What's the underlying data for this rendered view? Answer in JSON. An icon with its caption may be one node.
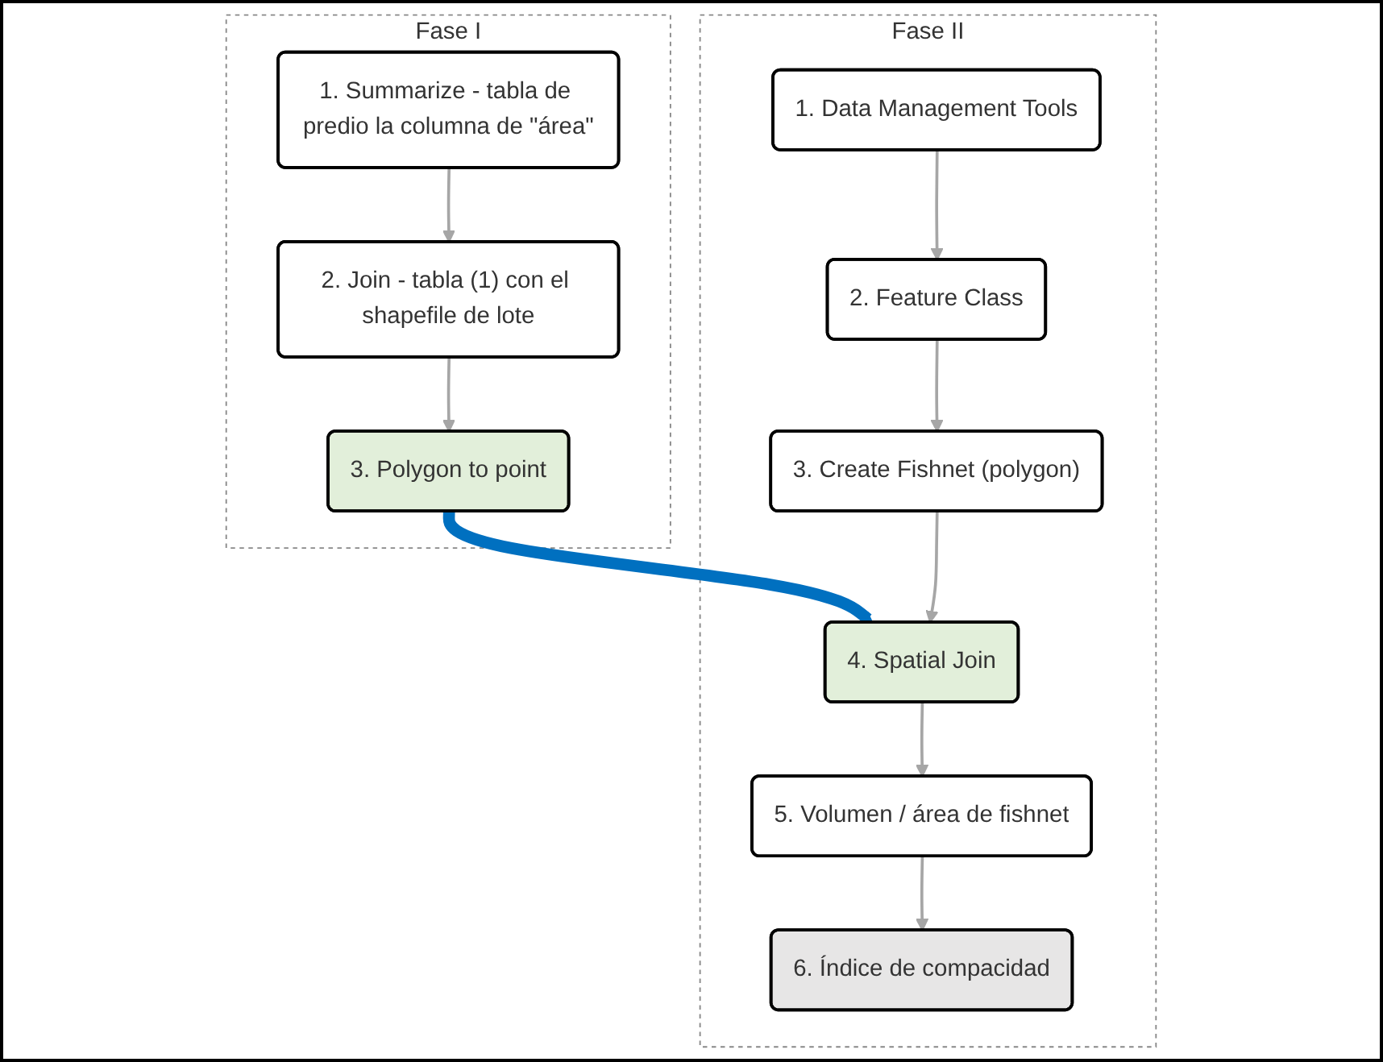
{
  "diagram": {
    "nodes": [
      {
        "text": [
          "Fase I"
        ]
      },
      {
        "text": [
          "1. Summarize - tabla de predio la columna de \"área\""
        ],
        "in": 0
      },
      {
        "text": [
          "2. Join - tabla (1) con el shapefile de lote"
        ],
        "in": 0
      },
      {
        "text": [
          "3. Polygon to point"
        ],
        "in": 0
      },
      {
        "text": [
          "Fase II"
        ]
      },
      {
        "text": [
          "1. Data Management Tools"
        ],
        "in": 4
      },
      {
        "text": [
          "2. Feature Class"
        ],
        "in": 4
      },
      {
        "text": [
          "4. Spatial Join"
        ],
        "in": 4
      },
      {
        "text": [
          "3. Create Fishnet (polygon)"
        ],
        "in": 4
      },
      {
        "text": [
          "5. Volumen / área de fishnet"
        ],
        "in": 4
      },
      {
        "text": [
          "6. Índice de compacidad"
        ],
        "in": 4
      }
    ],
    "edges": [
      {
        "from": 1,
        "to": 2,
        "arrow": "to"
      },
      {
        "from": 2,
        "to": 3,
        "arrow": "to"
      },
      {
        "from": 3,
        "to": 7,
        "arrow": "to",
        "style": "thick",
        "color": "#0070c0"
      },
      {
        "from": 5,
        "to": 6,
        "arrow": "to"
      },
      {
        "from": 6,
        "to": 8,
        "arrow": "to"
      },
      {
        "from": 8,
        "to": 7,
        "arrow": "to"
      },
      {
        "from": 7,
        "to": 9,
        "arrow": "to"
      },
      {
        "from": 9,
        "to": 10,
        "arrow": "to"
      }
    ]
  }
}
